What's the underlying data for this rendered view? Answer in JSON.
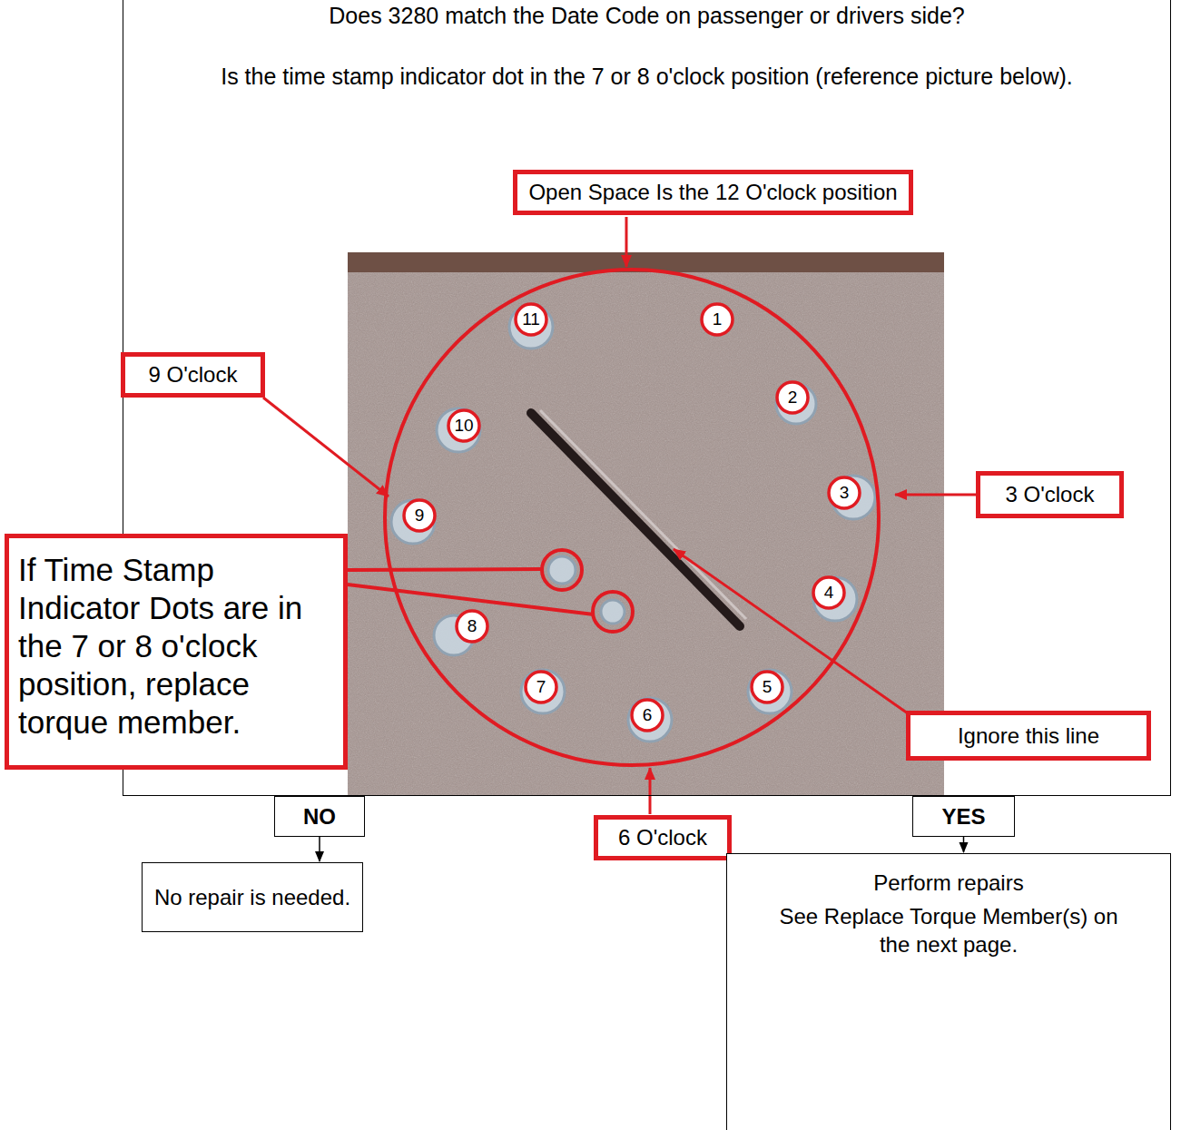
{
  "diagram": {
    "nodes": [
      {
        "text": [
          "Does 3280 match the Date Code on passenger or drivers side?",
          "Is the time stamp indicator dot in the 7 or 8 o'clock position (reference picture below)."
        ]
      },
      {
        "text": [
          "Open Space Is the 12 O'clock position"
        ],
        "in": 0
      },
      {
        "text": [
          "9 O'clock"
        ],
        "in": 0
      },
      {
        "text": [
          "3 O'clock"
        ],
        "in": 0
      },
      {
        "text": [
          "1"
        ],
        "in": 0
      },
      {
        "text": [
          "2"
        ],
        "in": 0
      },
      {
        "text": [
          "3"
        ],
        "in": 0
      },
      {
        "text": [
          "4"
        ],
        "in": 0
      },
      {
        "text": [
          "5"
        ],
        "in": 0
      },
      {
        "text": [
          "6"
        ],
        "in": 0
      },
      {
        "text": [
          "7"
        ],
        "in": 0
      },
      {
        "text": [
          "8"
        ],
        "in": 0
      },
      {
        "text": [
          "9"
        ],
        "in": 0
      },
      {
        "text": [
          "10"
        ],
        "in": 0
      },
      {
        "text": [
          "11"
        ],
        "in": 0
      },
      {
        "text": [
          "If Time Stamp Indicator Dots are in the 7 or 8 o'clock position, replace torque member."
        ]
      },
      {
        "text": [
          "Ignore this line"
        ],
        "in": 0
      },
      {
        "text": [
          "6 O'clock"
        ]
      },
      {
        "text": [
          "NO"
        ]
      },
      {
        "text": [
          "YES"
        ]
      },
      {
        "text": [
          "No repair is needed."
        ]
      },
      {
        "text": [
          "Perform repairs",
          "See Replace Torque Member(s) on the next page."
        ]
      }
    ],
    "edges": [
      {
        "from": 18,
        "to": 20,
        "arrow": "to"
      },
      {
        "from": 19,
        "to": 21,
        "arrow": "to"
      }
    ]
  }
}
